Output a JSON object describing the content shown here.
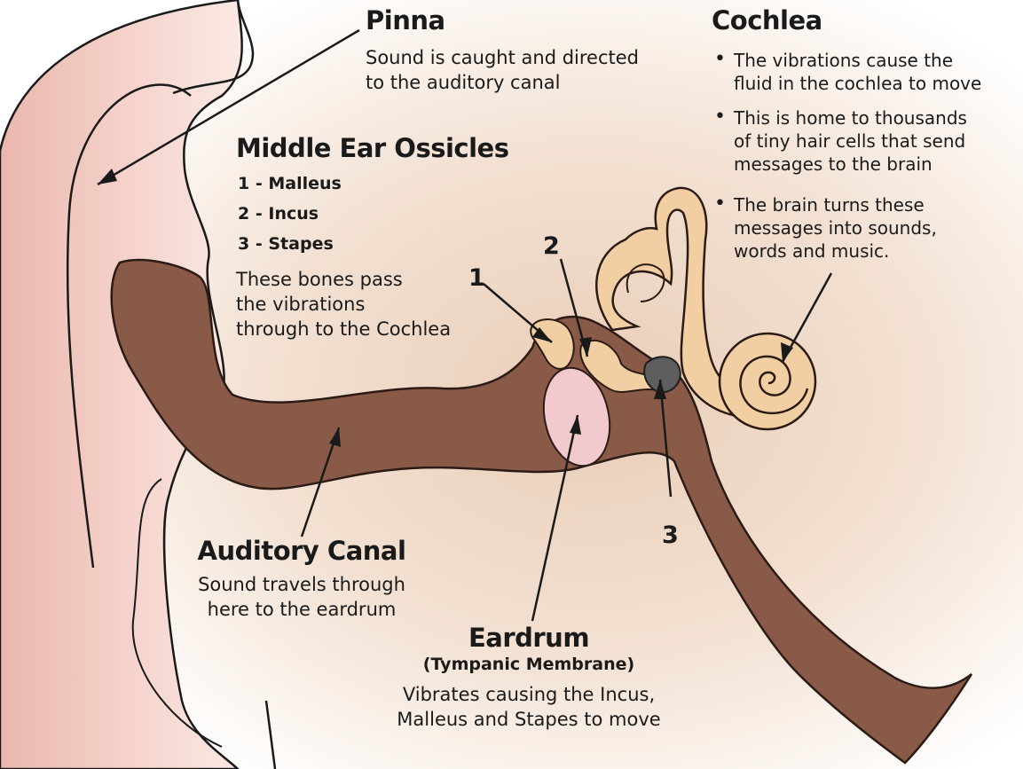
{
  "pinna": {
    "title": "Pinna",
    "description_line1": "Sound is caught and directed",
    "description_line2": "to the auditory canal"
  },
  "cochlea": {
    "title": "Cochlea",
    "bullets": [
      {
        "line1": "The vibrations cause the",
        "line2": "fluid in the cochlea to move",
        "line3": ""
      },
      {
        "line1": "This is home to thousands",
        "line2": "of tiny hair cells that send",
        "line3": "messages to the brain"
      },
      {
        "line1": "The brain turns these",
        "line2": "messages into sounds,",
        "line3": "words and music."
      }
    ]
  },
  "ossicles": {
    "title": "Middle Ear Ossicles",
    "items": [
      {
        "num": "1",
        "label": "Malleus"
      },
      {
        "num": "2",
        "label": "Incus"
      },
      {
        "num": "3",
        "label": "Stapes"
      }
    ],
    "description_line1": "These bones pass",
    "description_line2": "the vibrations",
    "description_line3": "through to the Cochlea"
  },
  "auditory_canal": {
    "title": "Auditory Canal",
    "description_line1": "Sound travels through",
    "description_line2": "here to the eardrum"
  },
  "eardrum": {
    "title": "Eardrum",
    "subtitle": "(Tympanic Membrane)",
    "description_line1": "Vibrates causing the Incus,",
    "description_line2": "Malleus and Stapes to move"
  },
  "markers": {
    "one": "1",
    "two": "2",
    "three": "3"
  },
  "colors": {
    "canal_brown": "#8a5a48",
    "pinna_pink": "#f4ccc4",
    "inner_ear_tan": "#f1cfa2",
    "eardrum_pink": "#f2c9cc",
    "background_glow": "#f1e0d2"
  }
}
